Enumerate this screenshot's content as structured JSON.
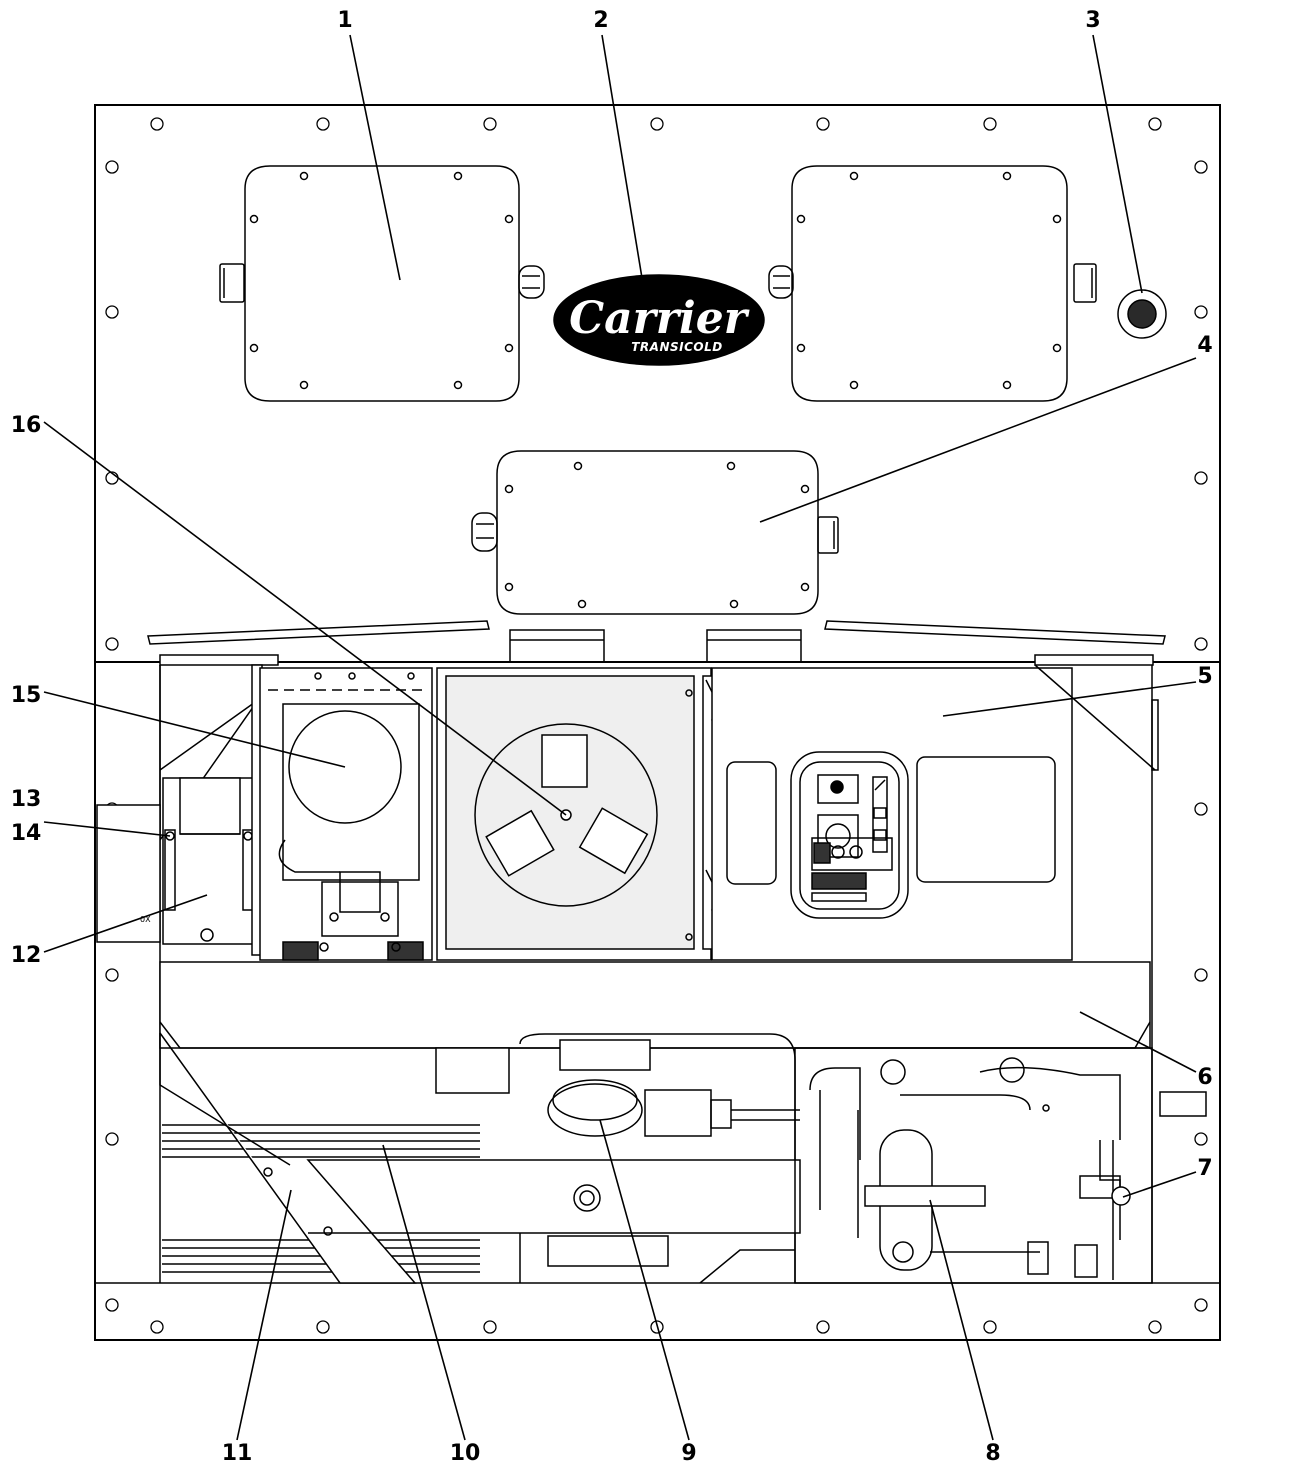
{
  "logo": {
    "brand": "Carrier",
    "sub": "TRANSICOLD"
  },
  "callouts": [
    {
      "id": "1",
      "label": "1"
    },
    {
      "id": "2",
      "label": "2"
    },
    {
      "id": "3",
      "label": "3"
    },
    {
      "id": "4",
      "label": "4"
    },
    {
      "id": "5",
      "label": "5"
    },
    {
      "id": "6",
      "label": "6"
    },
    {
      "id": "7",
      "label": "7"
    },
    {
      "id": "8",
      "label": "8"
    },
    {
      "id": "9",
      "label": "9"
    },
    {
      "id": "10",
      "label": "10"
    },
    {
      "id": "11",
      "label": "11"
    },
    {
      "id": "12",
      "label": "12"
    },
    {
      "id": "13",
      "label": "13"
    },
    {
      "id": "14",
      "label": "14"
    },
    {
      "id": "15",
      "label": "15"
    },
    {
      "id": "16",
      "label": "16"
    }
  ],
  "colors": {
    "line": "#000000",
    "panel": "#ffffff",
    "fan_fill": "#efefef",
    "logo_bg": "#000000"
  }
}
